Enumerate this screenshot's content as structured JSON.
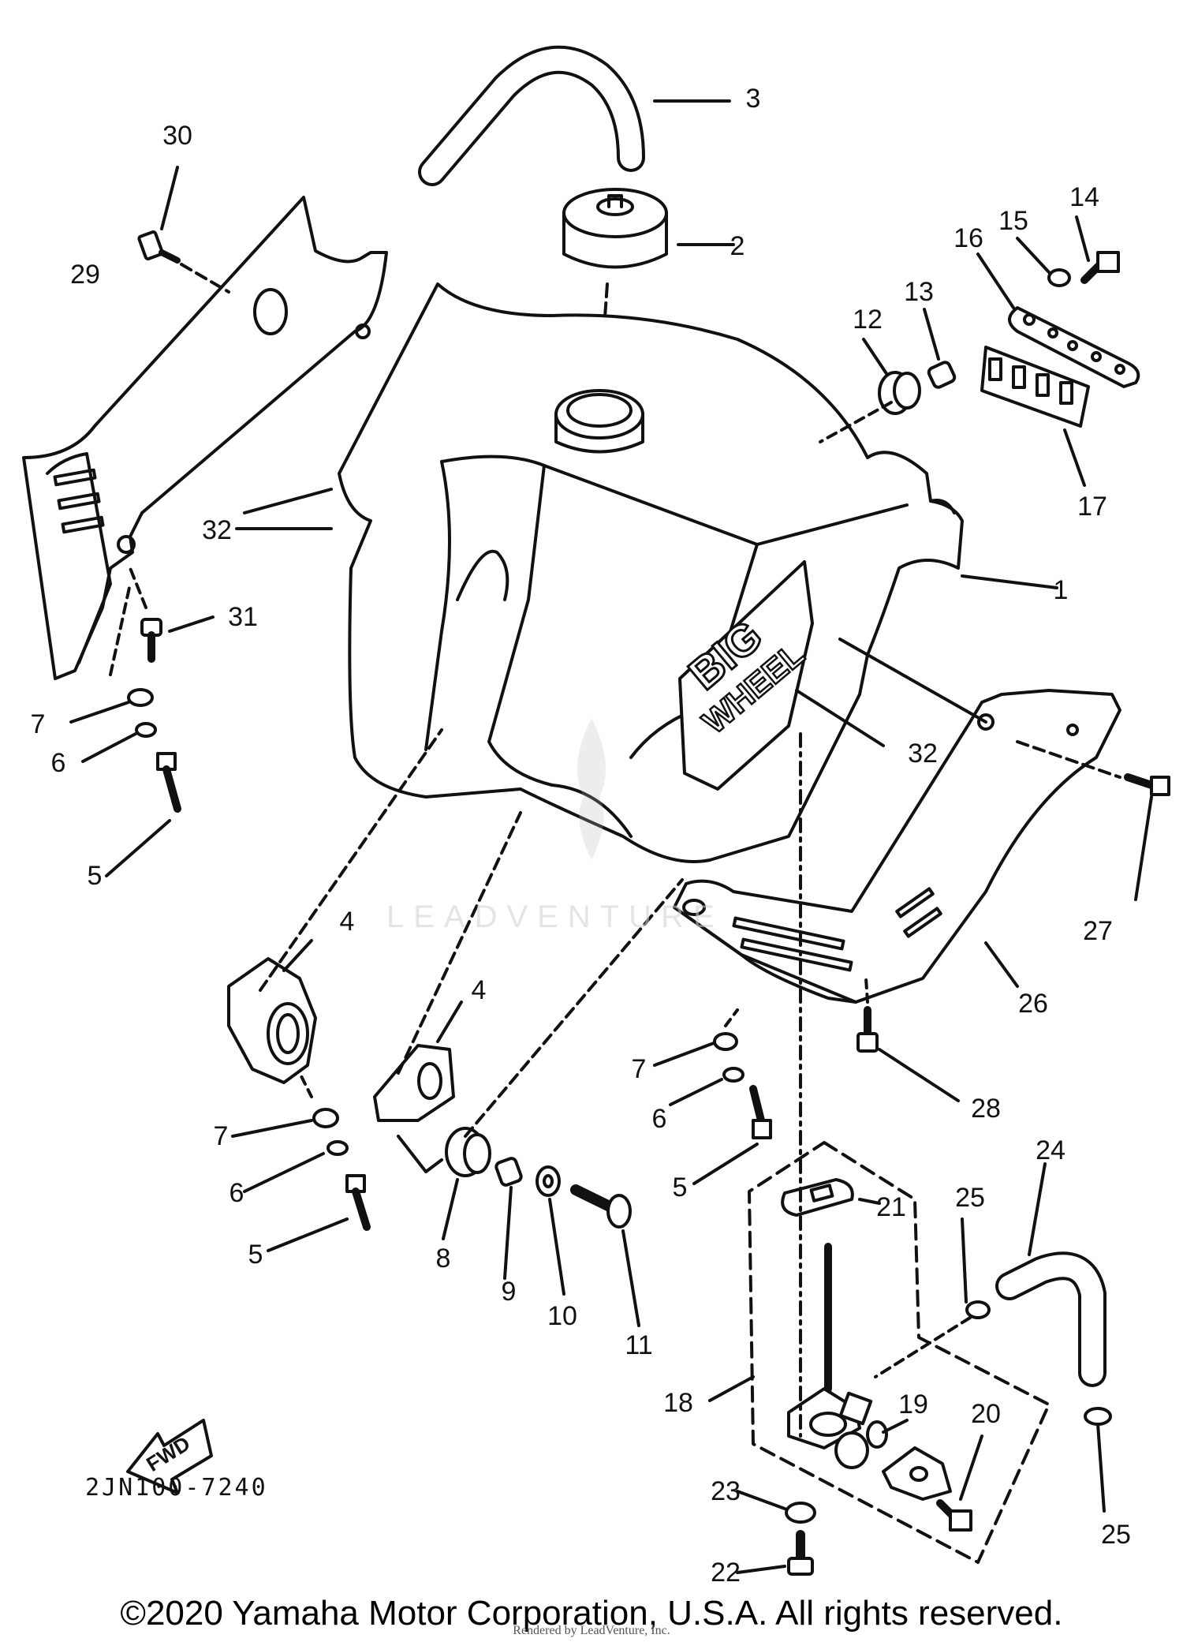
{
  "diagram": {
    "code": "2JN100-7240",
    "copyright": "©2020 Yamaha Motor Corporation, U.S.A. All rights reserved.",
    "rendered_by": "Rendered by LeadVenture, Inc.",
    "watermark": "LEADVENTURE",
    "tank_badge": {
      "line1": "BIG",
      "line2": "WHEEL"
    },
    "fwd_arrow": "FWD",
    "part_labels": [
      "1",
      "2",
      "3",
      "4",
      "4",
      "5",
      "5",
      "5",
      "6",
      "6",
      "6",
      "7",
      "7",
      "7",
      "8",
      "9",
      "10",
      "11",
      "12",
      "13",
      "14",
      "15",
      "16",
      "17",
      "18",
      "19",
      "20",
      "21",
      "22",
      "23",
      "24",
      "25",
      "25",
      "26",
      "27",
      "28",
      "29",
      "30",
      "31",
      "32",
      "32"
    ]
  }
}
